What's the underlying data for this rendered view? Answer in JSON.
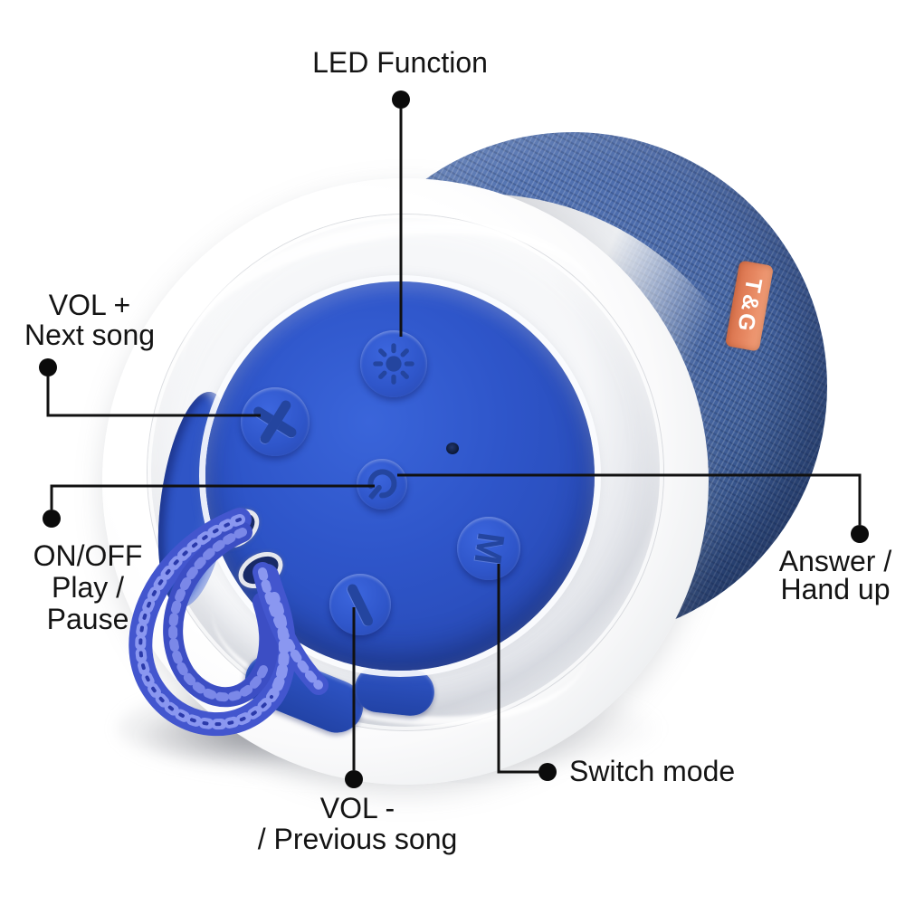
{
  "annotations": {
    "led": {
      "text": "LED Function"
    },
    "vol_plus": {
      "line1": "VOL +",
      "line2": "Next song"
    },
    "on_off": {
      "line1": "ON/OFF",
      "line2": "Play /",
      "line3": "Pause"
    },
    "answer": {
      "line1": "Answer /",
      "line2": "Hand up"
    },
    "switch_mode": {
      "text": "Switch mode"
    },
    "vol_minus": {
      "line1": "VOL -",
      "line2": "/ Previous song"
    }
  },
  "speaker": {
    "brand_tag": "T&G",
    "mode_button_letter": "M",
    "icons": {
      "led_button": "sun-led-icon",
      "volume_up_button": "plus-icon",
      "power_button": "power-icon",
      "mode_button": "letter-m-glyph",
      "volume_down_button": "minus-bar-icon",
      "mic": "pinhole-mic-dot"
    },
    "colors": {
      "fabric_blue": "#4a6aad",
      "face_blue": "#2e55c9",
      "icon_blue": "#24459f",
      "lanyard_blue": "#4356ce",
      "tag_orange": "#e5855f",
      "annotation_line": "#111111"
    }
  }
}
